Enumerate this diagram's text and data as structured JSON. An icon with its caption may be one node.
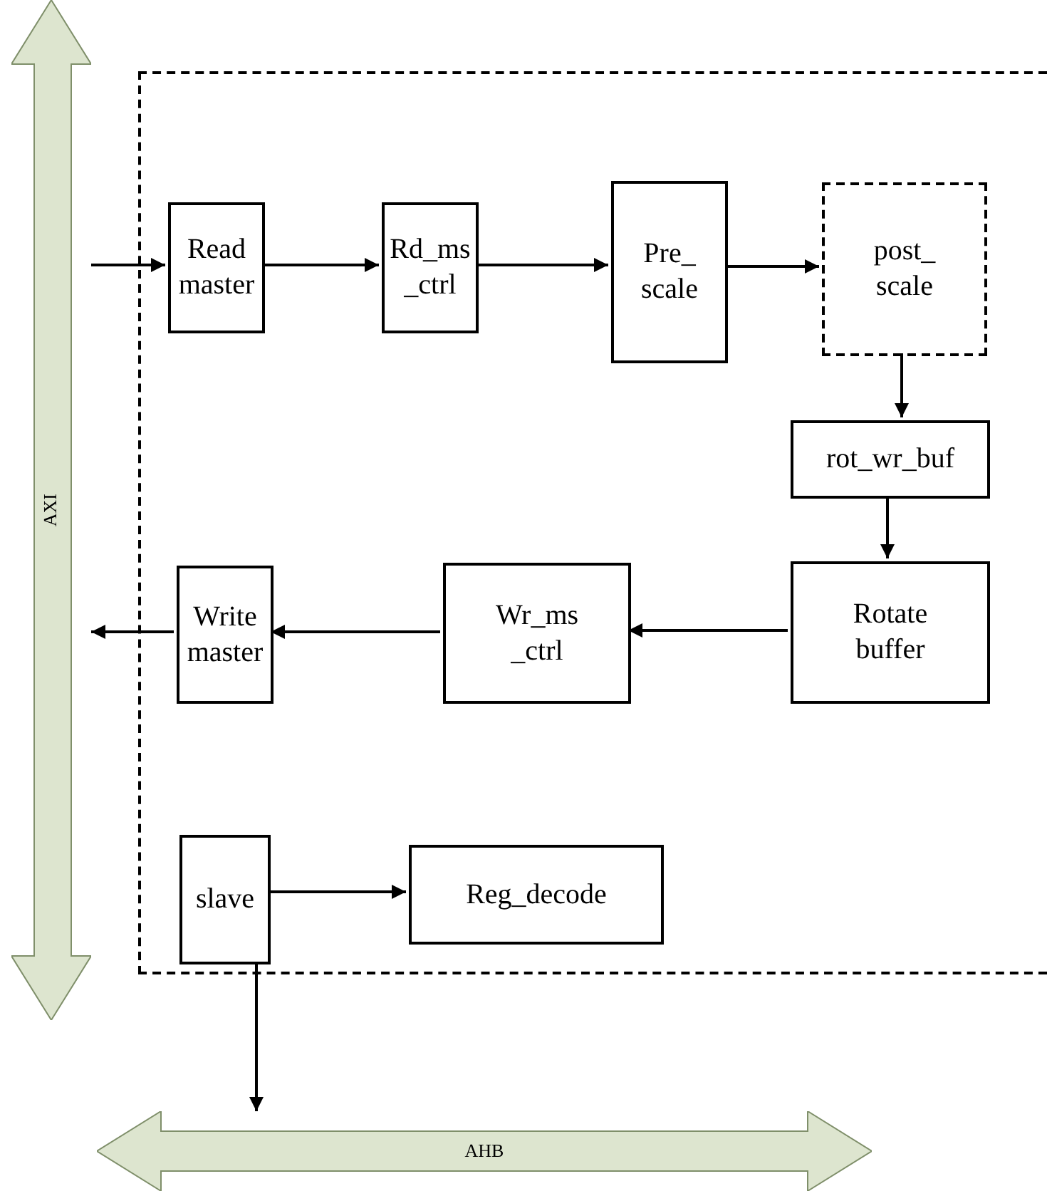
{
  "diagram": {
    "nodes": [
      {
        "text": [],
        "shape": "box"
      },
      {
        "text": [
          "AXI"
        ]
      },
      {
        "text": [
          "Read master"
        ],
        "in": 0
      },
      {
        "text": [
          "Rd_ms _ctrl"
        ],
        "in": 0
      },
      {
        "text": [
          "Pre_ scale"
        ],
        "in": 0
      },
      {
        "text": [
          "post_ scale"
        ],
        "in": 0
      },
      {
        "text": [
          "rot_wr_buf"
        ],
        "in": 0
      },
      {
        "text": [
          "Rotate buffer"
        ],
        "in": 0
      },
      {
        "text": [
          "Wr_ms _ctrl"
        ],
        "in": 0
      },
      {
        "text": [
          "Write master"
        ],
        "in": 0
      },
      {
        "text": [
          "slave"
        ],
        "in": 0
      },
      {
        "text": [
          "Reg_decode"
        ],
        "in": 0
      },
      {
        "text": [
          "AHB"
        ]
      }
    ],
    "edges": [
      {
        "from": 1,
        "to": 2,
        "arrow": "to"
      },
      {
        "from": 2,
        "to": 3,
        "arrow": "to"
      },
      {
        "from": 3,
        "to": 4,
        "arrow": "to"
      },
      {
        "from": 4,
        "to": 5,
        "arrow": "to"
      },
      {
        "from": 5,
        "to": 6,
        "arrow": "to"
      },
      {
        "from": 6,
        "to": 7,
        "arrow": "to"
      },
      {
        "from": 7,
        "to": 8,
        "arrow": "to"
      },
      {
        "from": 8,
        "to": 9,
        "arrow": "to"
      },
      {
        "from": 9,
        "to": 1,
        "arrow": "to"
      },
      {
        "from": 10,
        "to": 11,
        "arrow": "to"
      },
      {
        "from": 10,
        "to": 12,
        "arrow": "to"
      }
    ]
  }
}
